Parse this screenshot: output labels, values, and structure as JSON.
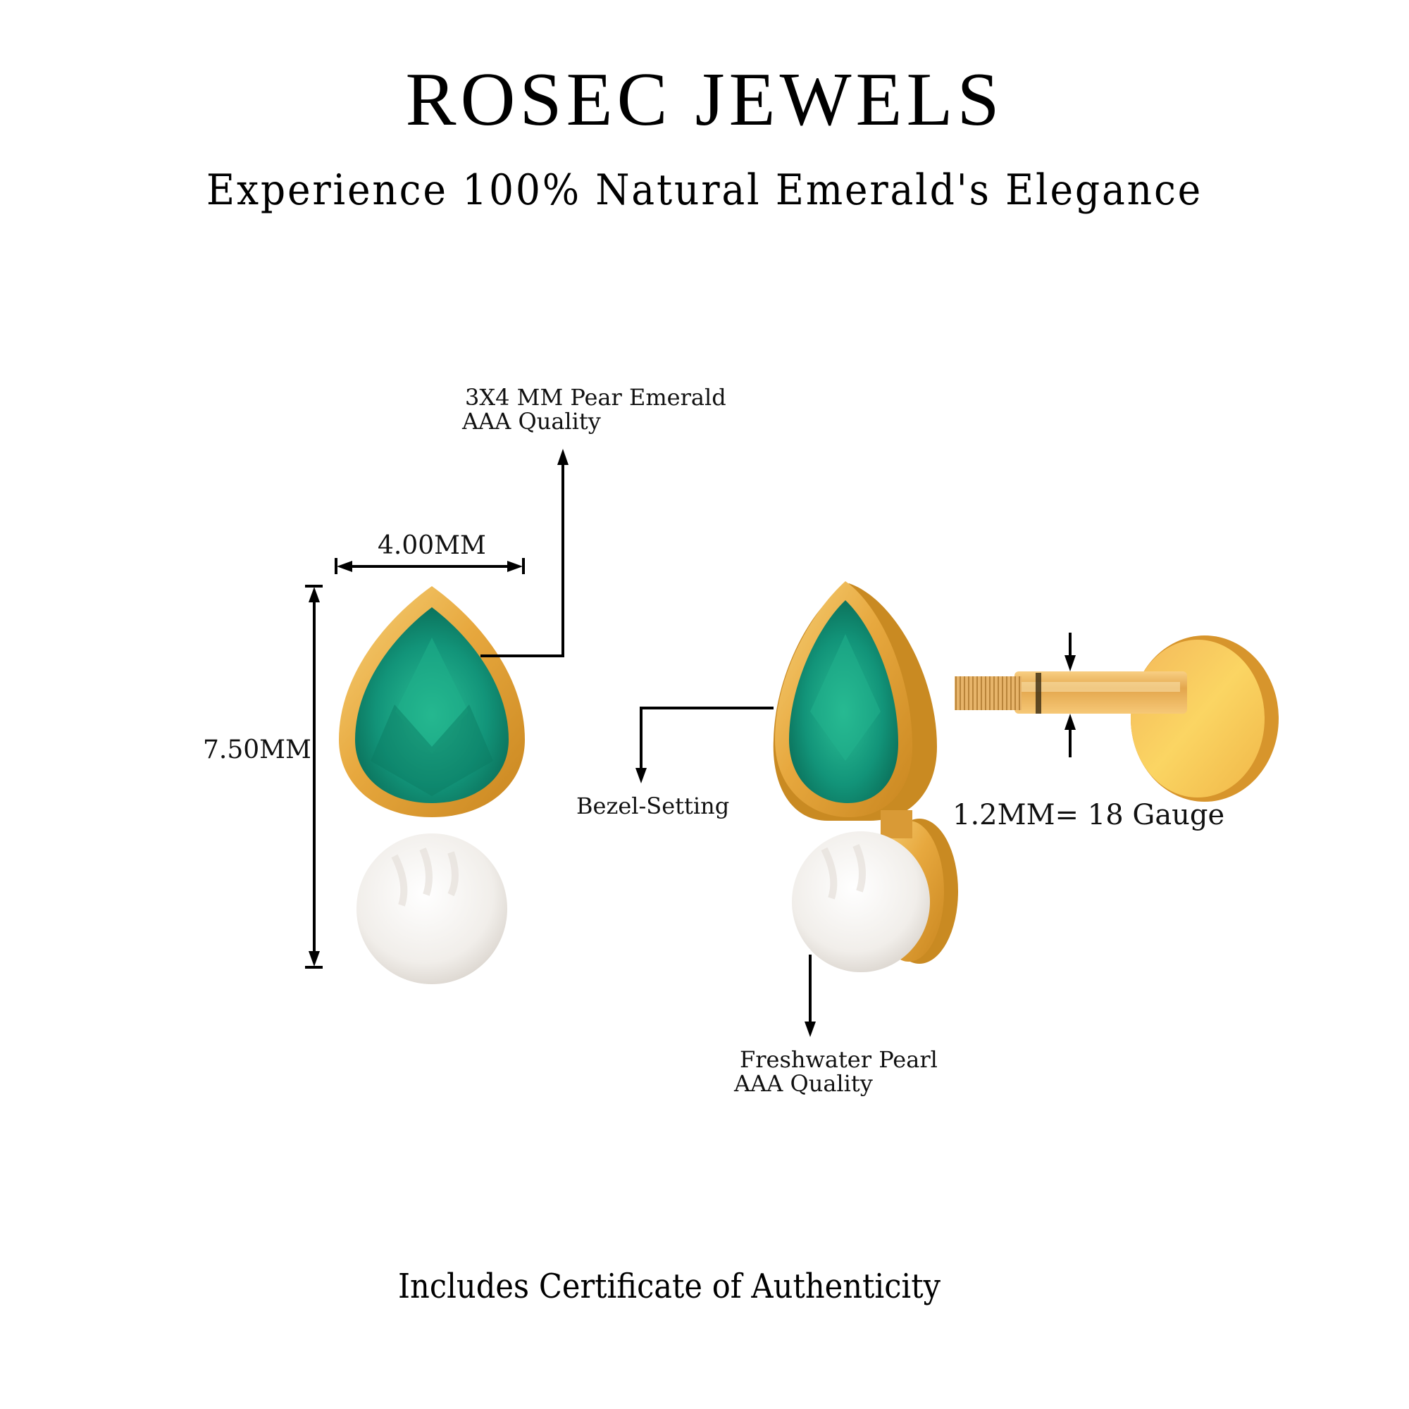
{
  "header": {
    "brand": "ROSEC JEWELS",
    "tagline": "Experience 100% Natural Emerald's Elegance"
  },
  "annotations": {
    "emerald": {
      "line1": "3X4 MM Pear Emerald",
      "line2": "AAA Quality"
    },
    "width": "4.00MM",
    "height": "7.50MM",
    "setting": "Bezel-Setting",
    "gauge": "1.2MM= 18 Gauge",
    "pearl": {
      "line1": "Freshwater Pearl",
      "line2": "AAA Quality"
    }
  },
  "footer": {
    "note": "Includes Certificate of Authenticity"
  },
  "colors": {
    "background": "#ffffff",
    "gold": "#e9b04a",
    "gold_dark": "#c98a22",
    "emerald": "#13987a",
    "emerald_dark": "#0a6b57",
    "pearl": "#f4f1ee",
    "ink": "#000000"
  }
}
